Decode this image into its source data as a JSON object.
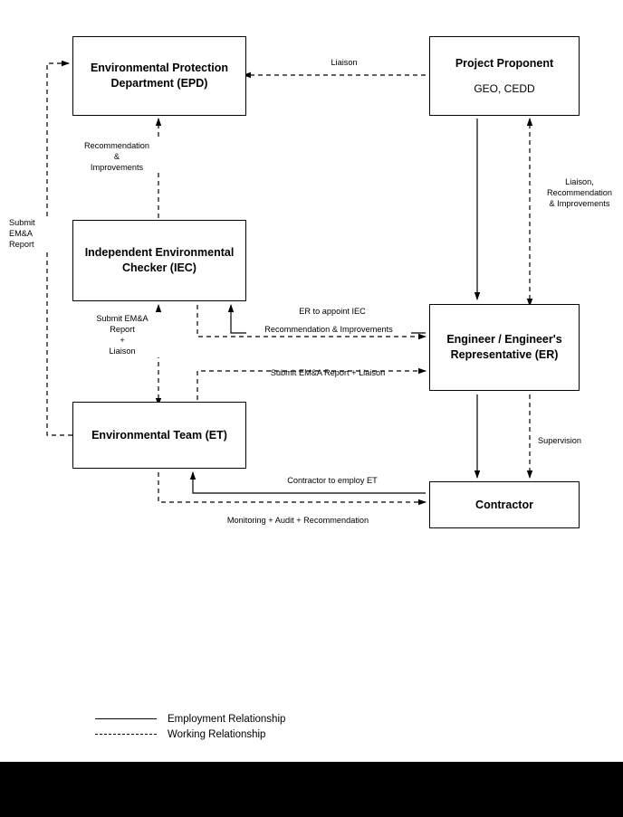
{
  "diagram": {
    "type": "organizational-flowchart",
    "nodes": [
      {
        "id": "epd",
        "title": "Environmental Protection\nDepartment (EPD)",
        "subtitle": ""
      },
      {
        "id": "proponent",
        "title": "Project Proponent",
        "subtitle": "GEO, CEDD"
      },
      {
        "id": "iec",
        "title": "Independent Environmental\nChecker (IEC)",
        "subtitle": ""
      },
      {
        "id": "er",
        "title": "Engineer / Engineer's\nRepresentative (ER)",
        "subtitle": ""
      },
      {
        "id": "et",
        "title": "Environmental Team (ET)",
        "subtitle": ""
      },
      {
        "id": "contractor",
        "title": "Contractor",
        "subtitle": ""
      }
    ],
    "edge_labels": [
      {
        "id": "liaison-top",
        "text": "Liaison"
      },
      {
        "id": "recommendation-epd",
        "text": "Recommendation\n&\nImprovements"
      },
      {
        "id": "submit-emna-report",
        "text": "Submit\nEM&A\nReport"
      },
      {
        "id": "liaison-recommendation",
        "text": "Liaison,\nRecommendation\n& Improvements"
      },
      {
        "id": "submit-emna-liaison-iec",
        "text": "Submit EM&A\nReport\n+\nLiaison"
      },
      {
        "id": "er-appoint-iec",
        "text": "ER to appoint IEC"
      },
      {
        "id": "recommendation-er",
        "text": "Recommendation & Improvements"
      },
      {
        "id": "submit-emna-liaison-er",
        "text": "Submit EM&A Report + Liaison"
      },
      {
        "id": "supervision",
        "text": "Supervision"
      },
      {
        "id": "contractor-employ-et",
        "text": "Contractor to employ ET"
      },
      {
        "id": "monitoring-audit",
        "text": "Monitoring + Audit + Recommendation"
      }
    ],
    "legend": [
      {
        "id": "employment",
        "style": "solid",
        "label": "Employment Relationship"
      },
      {
        "id": "working",
        "style": "dashed",
        "label": "Working Relationship"
      }
    ],
    "colors": {
      "line": "#000000",
      "box_border": "#000000",
      "background": "#ffffff",
      "band": "#000000"
    }
  }
}
